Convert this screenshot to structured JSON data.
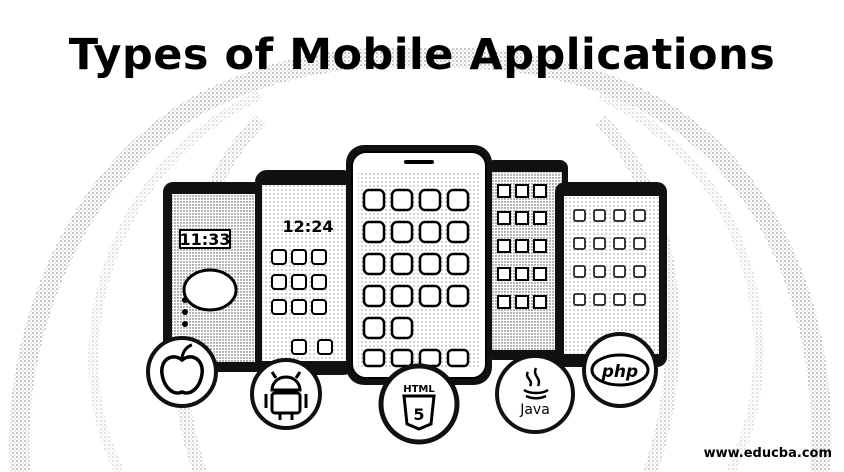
{
  "title": "Types of Mobile Applications",
  "footer": "www.educba.com",
  "phones": {
    "clock_left": "11:33",
    "clock_second": "12:24"
  },
  "badges": [
    {
      "icon": "apple-icon",
      "label": ""
    },
    {
      "icon": "android-icon",
      "label": ""
    },
    {
      "icon": "html5-icon",
      "label": "HTML",
      "number": "5"
    },
    {
      "icon": "java-icon",
      "label": "Java"
    },
    {
      "icon": "php-icon",
      "label": "php"
    }
  ]
}
